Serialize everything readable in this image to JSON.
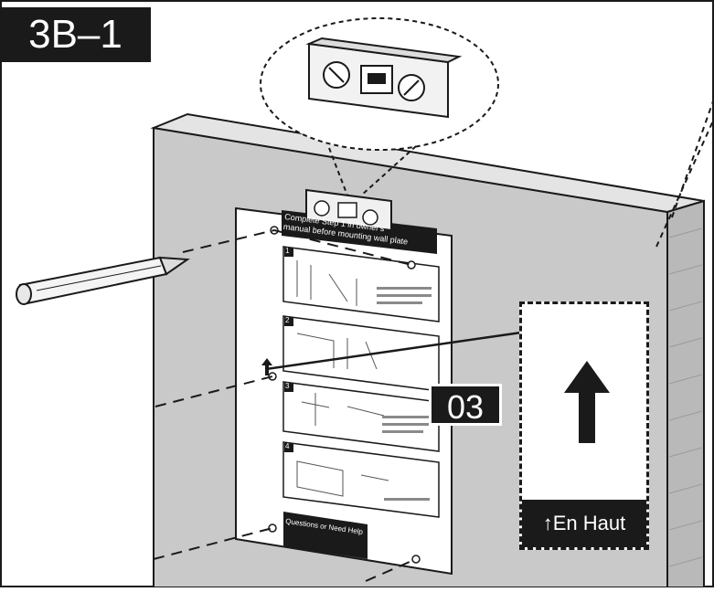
{
  "step_label": "3B–1",
  "part_number": "03",
  "up_label": {
    "arrow": "🡅",
    "text": "En Haut"
  },
  "template": {
    "header_line1": "Complete Step 1 in owner's",
    "header_line2": "manual before mounting wall plate",
    "step_numbers": [
      "1",
      "2",
      "3",
      "4"
    ],
    "footer": "Questions or Need Help"
  },
  "icons": {
    "level": "spirit-level-icon",
    "pencil": "pencil-icon",
    "arrow": "up-arrow-icon"
  },
  "colors": {
    "wall": "#c8c8c8",
    "ink": "#1a1a1a",
    "paper": "#ffffff"
  }
}
